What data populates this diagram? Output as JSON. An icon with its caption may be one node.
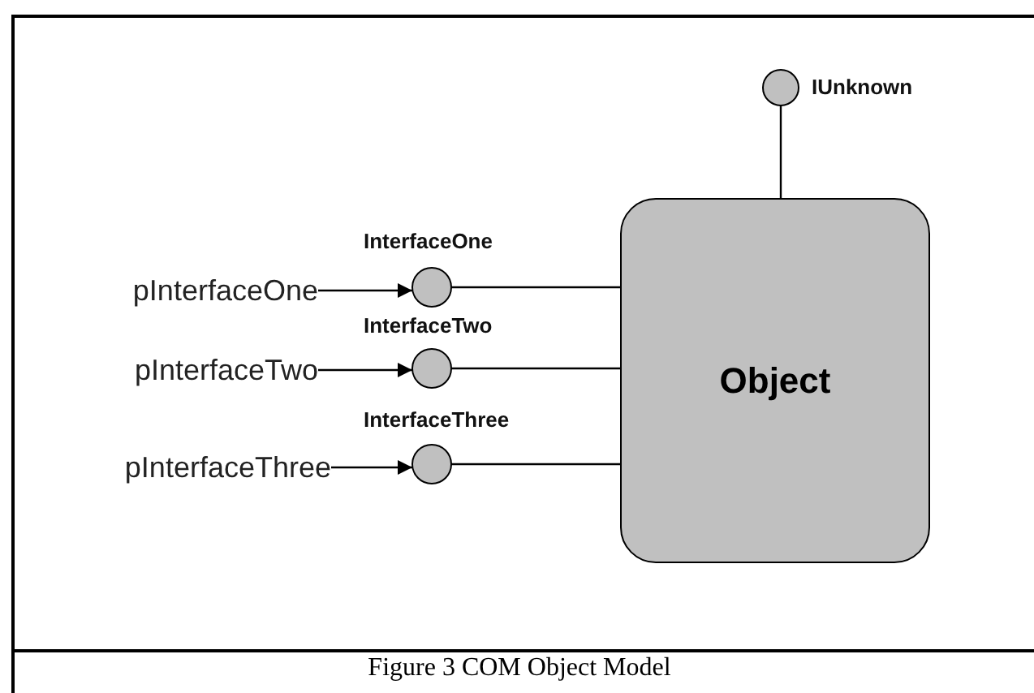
{
  "diagram": {
    "caption": "Figure 3 COM Object Model",
    "nodes": [
      {
        "text": [
          "IUnknown"
        ]
      },
      {
        "text": [
          "Object"
        ]
      },
      {
        "text": [
          "pInterfaceOne"
        ]
      },
      {
        "text": [
          "InterfaceOne"
        ]
      },
      {
        "text": [
          "pInterfaceTwo"
        ]
      },
      {
        "text": [
          "InterfaceTwo"
        ]
      },
      {
        "text": [
          "pInterfaceThree"
        ]
      },
      {
        "text": [
          "InterfaceThree"
        ]
      }
    ],
    "edges": [
      {
        "from": 0,
        "to": 1,
        "arrow": "none"
      },
      {
        "from": 2,
        "to": 3,
        "arrow": "to"
      },
      {
        "from": 3,
        "to": 1,
        "arrow": "none"
      },
      {
        "from": 4,
        "to": 5,
        "arrow": "to"
      },
      {
        "from": 5,
        "to": 1,
        "arrow": "none"
      },
      {
        "from": 6,
        "to": 7,
        "arrow": "to"
      },
      {
        "from": 7,
        "to": 1,
        "arrow": "none"
      }
    ]
  }
}
